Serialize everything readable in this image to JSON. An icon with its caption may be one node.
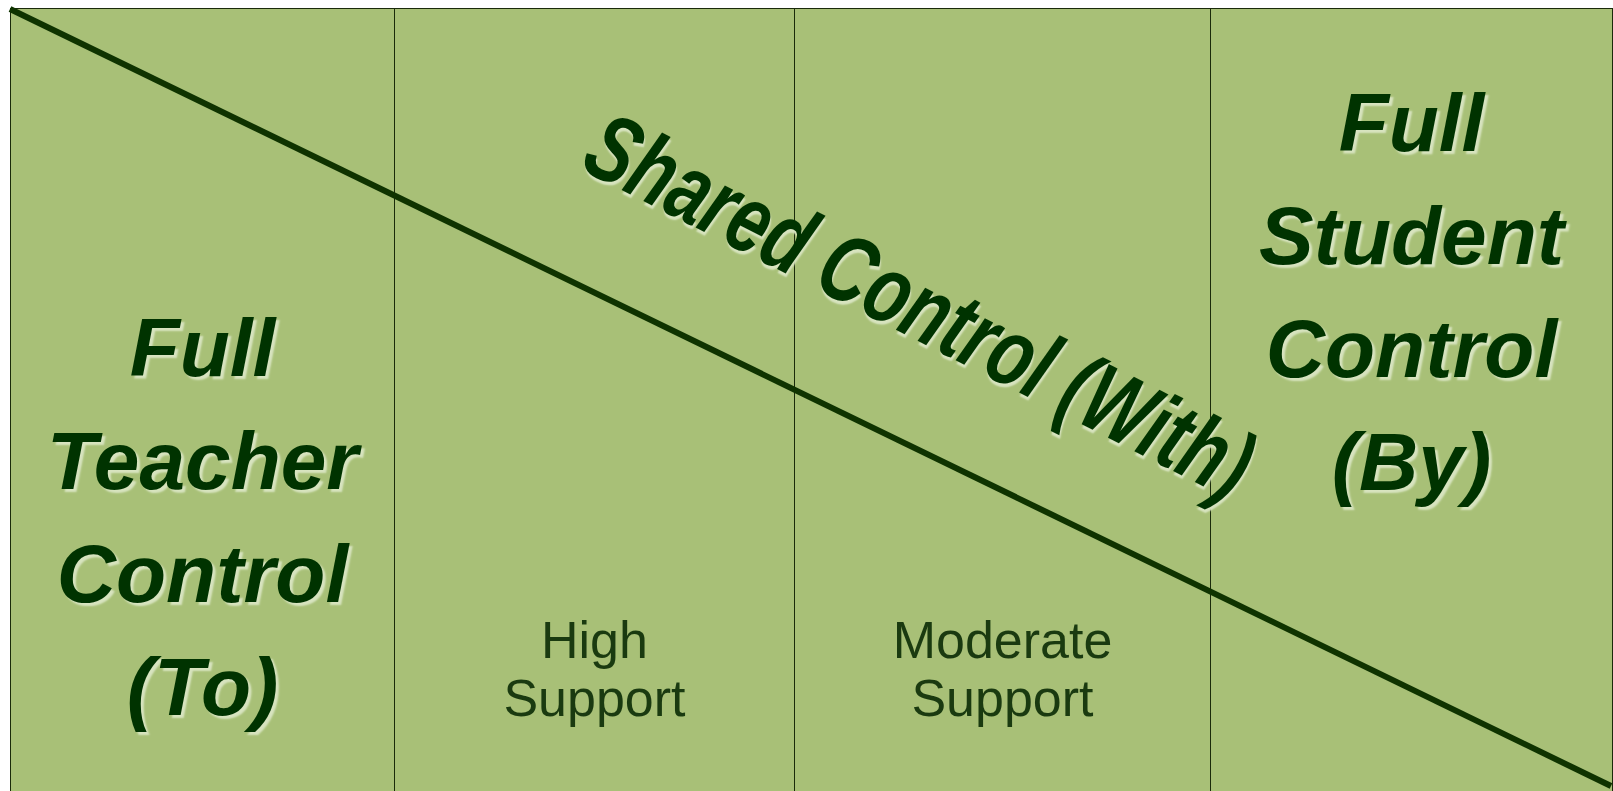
{
  "diagram": {
    "nodes": [
      {
        "text": [
          "Full Teacher Control (To)"
        ]
      },
      {
        "text": [
          "High Support"
        ]
      },
      {
        "text": [
          "Moderate Support"
        ]
      },
      {
        "text": [
          "Full Student Control (By)"
        ]
      }
    ],
    "labels": [
      "Shared Control (With)"
    ]
  }
}
